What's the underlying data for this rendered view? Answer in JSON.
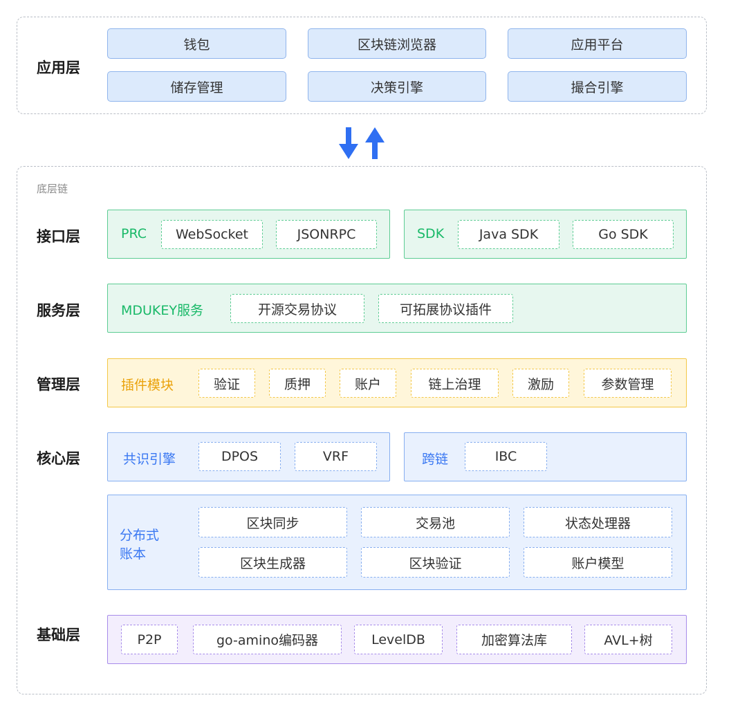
{
  "colors": {
    "arrow": "#2f6ff2",
    "frame_border": "#b9bec6",
    "app_fill": "#dceafc",
    "green": "#19b968",
    "yellow": "#eaa20c",
    "blue": "#3a78f2",
    "purple": "#a78bea"
  },
  "icons": {
    "down": "arrow-down-icon",
    "up": "arrow-up-icon"
  },
  "app_layer": {
    "label": "应用层",
    "items": [
      "钱包",
      "区块链浏览器",
      "应用平台",
      "储存管理",
      "决策引擎",
      "撮合引擎"
    ]
  },
  "base_chain": {
    "label": "底层链"
  },
  "interface_layer": {
    "label": "接口层",
    "groups": [
      {
        "title": "PRC",
        "items": [
          "WebSocket",
          "JSONRPC"
        ]
      },
      {
        "title": "SDK",
        "items": [
          "Java SDK",
          "Go SDK"
        ]
      }
    ]
  },
  "service_layer": {
    "label": "服务层",
    "title": "MDUKEY服务",
    "items": [
      "开源交易协议",
      "可拓展协议插件"
    ]
  },
  "management_layer": {
    "label": "管理层",
    "title": "插件模块",
    "items": [
      "验证",
      "质押",
      "账户",
      "链上治理",
      "激励",
      "参数管理"
    ]
  },
  "core_layer": {
    "label": "核心层",
    "consensus": {
      "title": "共识引擎",
      "items": [
        "DPOS",
        "VRF"
      ]
    },
    "crosschain": {
      "title": "跨链",
      "items": [
        "IBC"
      ]
    },
    "ledger": {
      "title_line1": "分布式",
      "title_line2": "账本",
      "items": [
        "区块同步",
        "交易池",
        "状态处理器",
        "区块生成器",
        "区块验证",
        "账户模型"
      ]
    }
  },
  "foundation_layer": {
    "label": "基础层",
    "items": [
      "P2P",
      "go-amino编码器",
      "LevelDB",
      "加密算法库",
      "AVL+树"
    ]
  }
}
